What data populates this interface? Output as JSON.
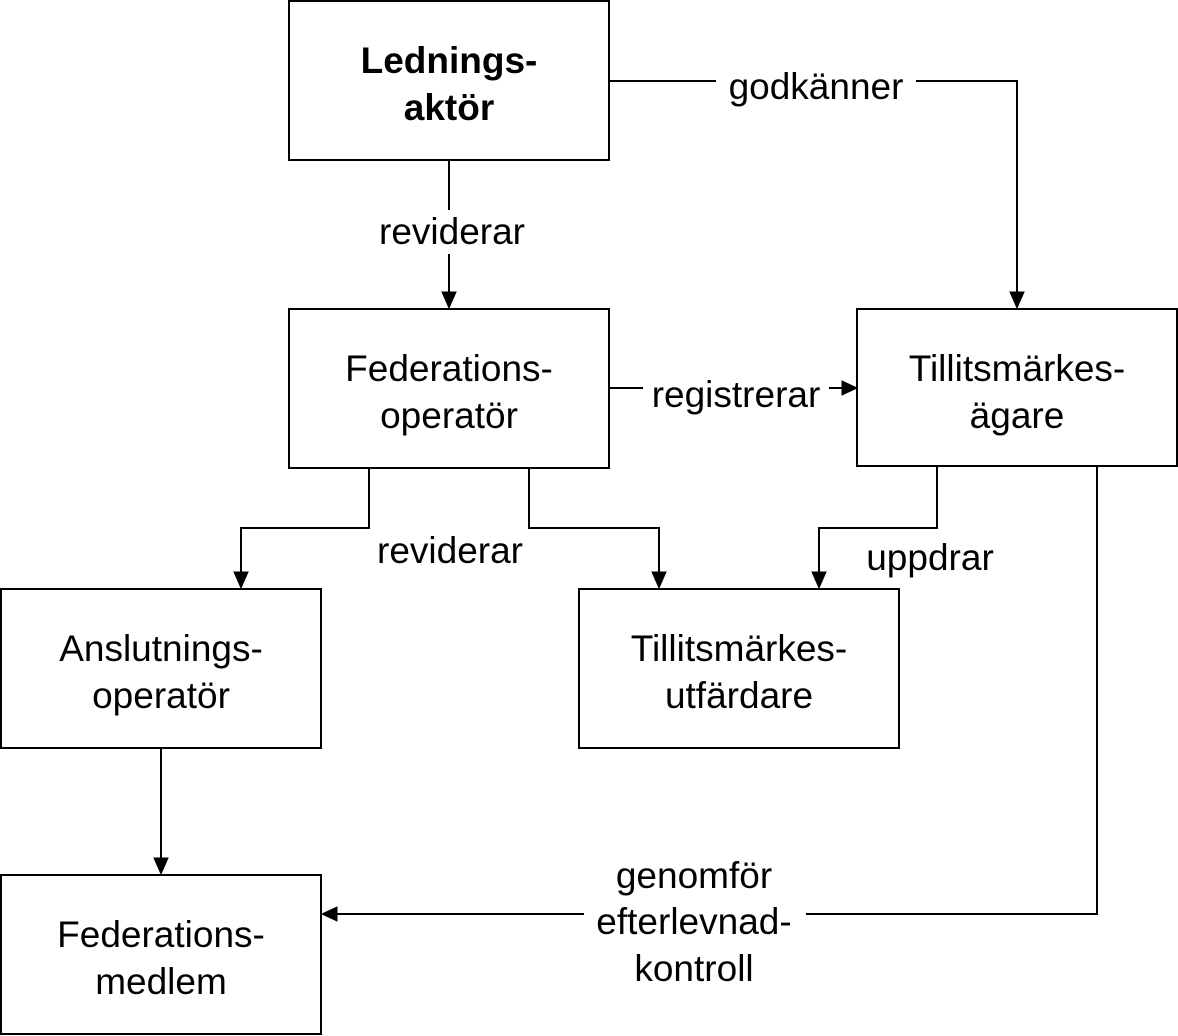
{
  "diagram": {
    "nodes": {
      "ledningsaktor": {
        "line1": "Lednings-",
        "line2": "aktör",
        "bold": true
      },
      "federationsoperator": {
        "line1": "Federations-",
        "line2": "operatör"
      },
      "tillitsmarkesagare": {
        "line1": "Tillitsmärkes-",
        "line2": "ägare"
      },
      "anslutningsoperator": {
        "line1": "Anslutnings-",
        "line2": "operatör"
      },
      "tillitsmarkesutfardare": {
        "line1": "Tillitsmärkes-",
        "line2": "utfärdare"
      },
      "federationsmedlem": {
        "line1": "Federations-",
        "line2": "medlem"
      }
    },
    "edges": {
      "godkanner": {
        "label": "godkänner"
      },
      "reviderar_top": {
        "label": "reviderar"
      },
      "registrerar": {
        "label": "registrerar"
      },
      "reviderar_mid": {
        "label": "reviderar"
      },
      "uppdrar": {
        "label": "uppdrar"
      },
      "genomfor": {
        "line1": "genomför",
        "line2": "efterlevnad-",
        "line3": "kontroll"
      }
    }
  }
}
